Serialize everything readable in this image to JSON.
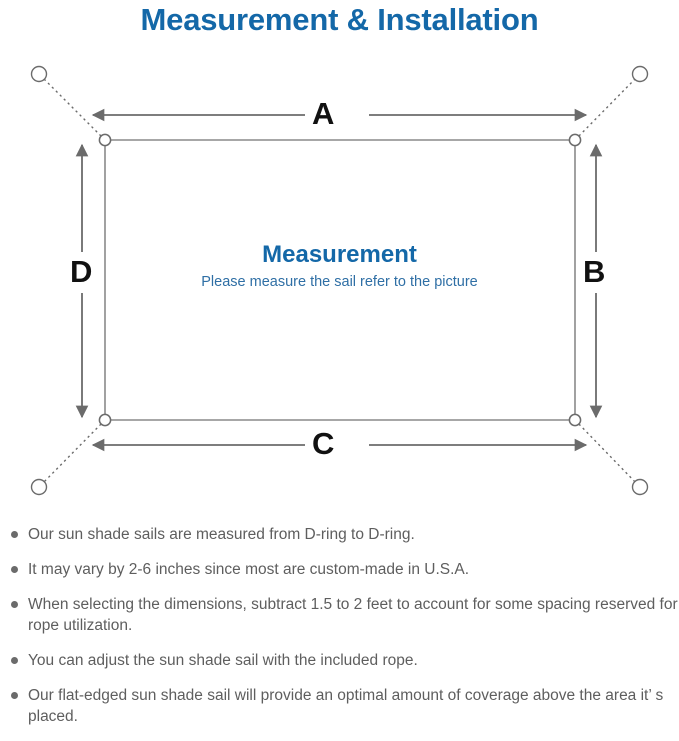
{
  "page": {
    "title": "Measurement & Installation",
    "background_color": "#ffffff",
    "title_color": "#1468a8"
  },
  "diagram": {
    "name": "sun-shade-sail-measurement-diagram",
    "center_title": "Measurement",
    "center_subtitle": "Please measure the sail refer to the picture",
    "stroke_color": "#6b6b6b",
    "sail_stroke_color": "#8a8a8a",
    "dimension_labels": [
      {
        "key": "A",
        "label": "A",
        "position": "top",
        "orientation": "horizontal"
      },
      {
        "key": "B",
        "label": "B",
        "position": "right",
        "orientation": "vertical"
      },
      {
        "key": "C",
        "label": "C",
        "position": "bottom",
        "orientation": "horizontal"
      },
      {
        "key": "D",
        "label": "D",
        "position": "left",
        "orientation": "vertical"
      }
    ],
    "corners": [
      {
        "key": "top-left",
        "d_ring": true,
        "anchor_point": true,
        "rope": "dotted"
      },
      {
        "key": "top-right",
        "d_ring": true,
        "anchor_point": true,
        "rope": "dotted"
      },
      {
        "key": "bottom-left",
        "d_ring": true,
        "anchor_point": true,
        "rope": "dotted"
      },
      {
        "key": "bottom-right",
        "d_ring": true,
        "anchor_point": true,
        "rope": "dotted"
      }
    ]
  },
  "notes": {
    "bullet_color": "#6b6b6b",
    "text_color": "#5e5e5e",
    "items": [
      "Our sun shade sails are measured from D-ring to D-ring.",
      "It may vary by 2-6 inches since most are custom-made in U.S.A.",
      "When selecting the dimensions, subtract 1.5 to 2 feet to account for some spacing reserved for rope utilization.",
      "You can adjust the sun shade sail with the included rope.",
      "Our flat-edged sun shade sail will provide an optimal amount of coverage above the area it’ s placed."
    ]
  }
}
